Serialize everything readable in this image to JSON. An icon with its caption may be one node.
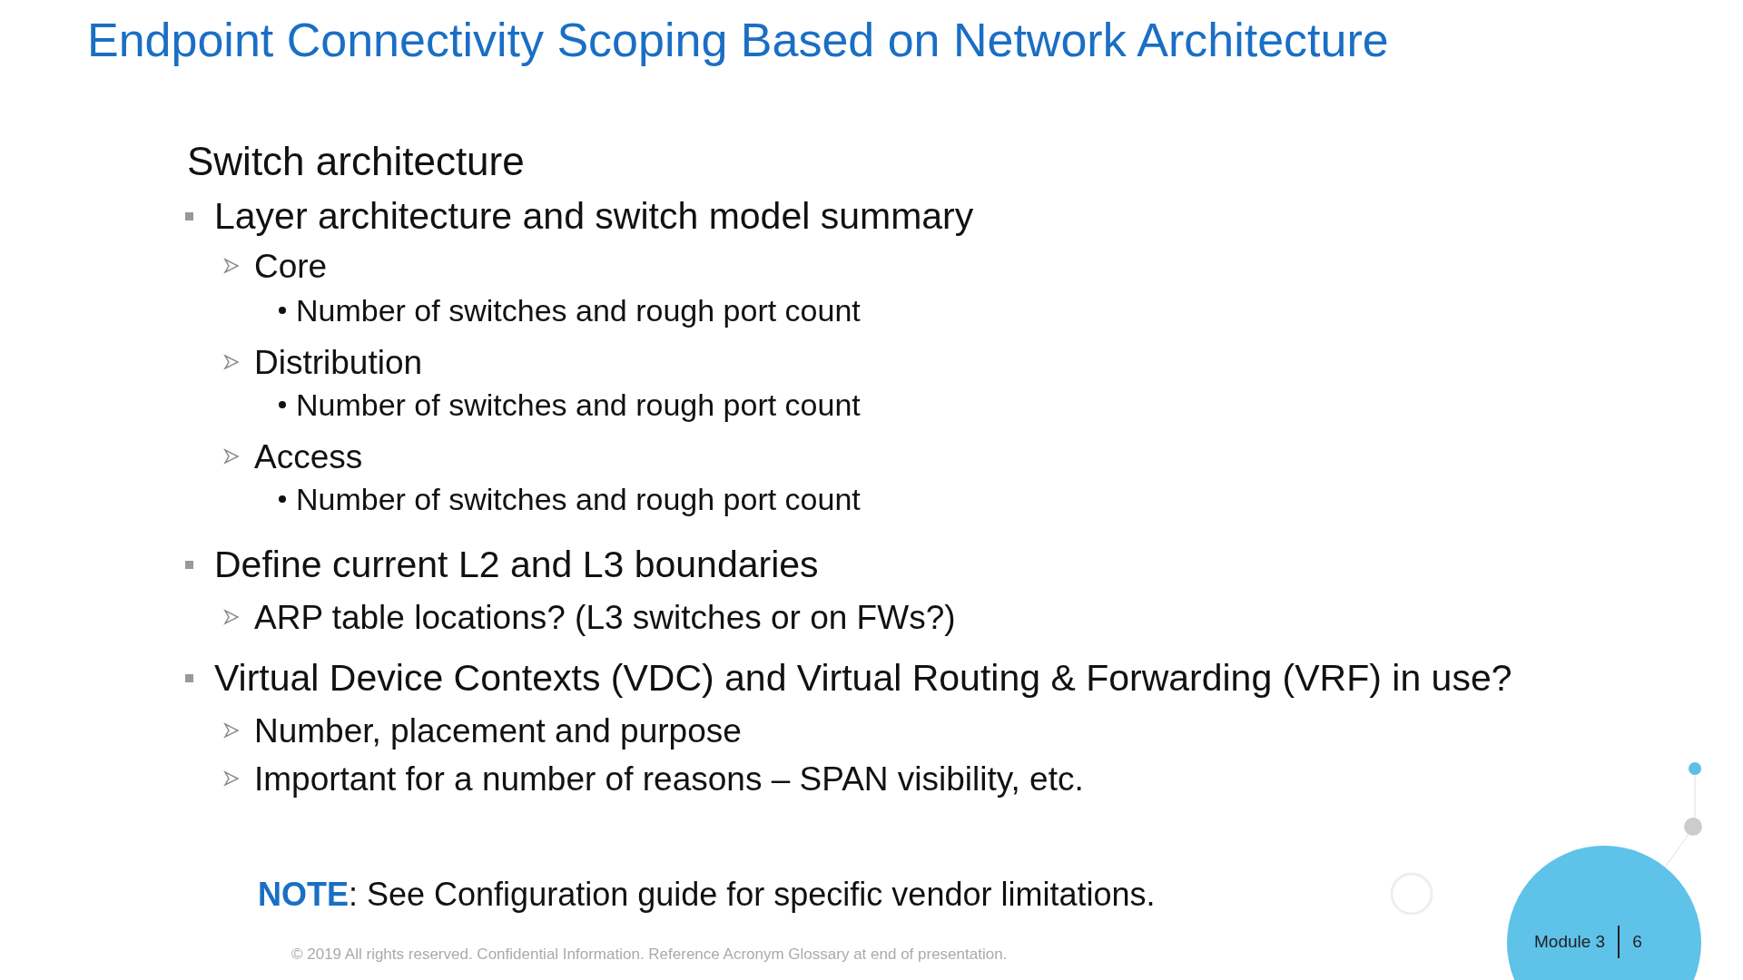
{
  "diagram": {
    "title": "Endpoint Connectivity Scoping Based on Network Architecture",
    "nodes": [
      {
        "text": [
          "Module 3",
          "6"
        ]
      }
    ],
    "labels": [
      "Switch architecture",
      "Layer architecture and switch model summary",
      "Core",
      "Number of switches and rough port count",
      "Distribution",
      "Number of switches and rough port count",
      "Access",
      "Number of switches and rough port count",
      "Define current L2 and L3 boundaries",
      "ARP table locations? (L3 switches or on FWs?)",
      "Virtual Device Contexts (VDC) and Virtual Routing & Forwarding (VRF) in use?",
      "Number, placement and purpose",
      "Important for a number of reasons – SPAN visibility, etc.",
      "**NOTE**: See Configuration guide for specific vendor limitations.",
      "© 2019 All rights reserved.  Confidential Information. Reference Acronym Glossary at end of  presentation."
    ]
  }
}
